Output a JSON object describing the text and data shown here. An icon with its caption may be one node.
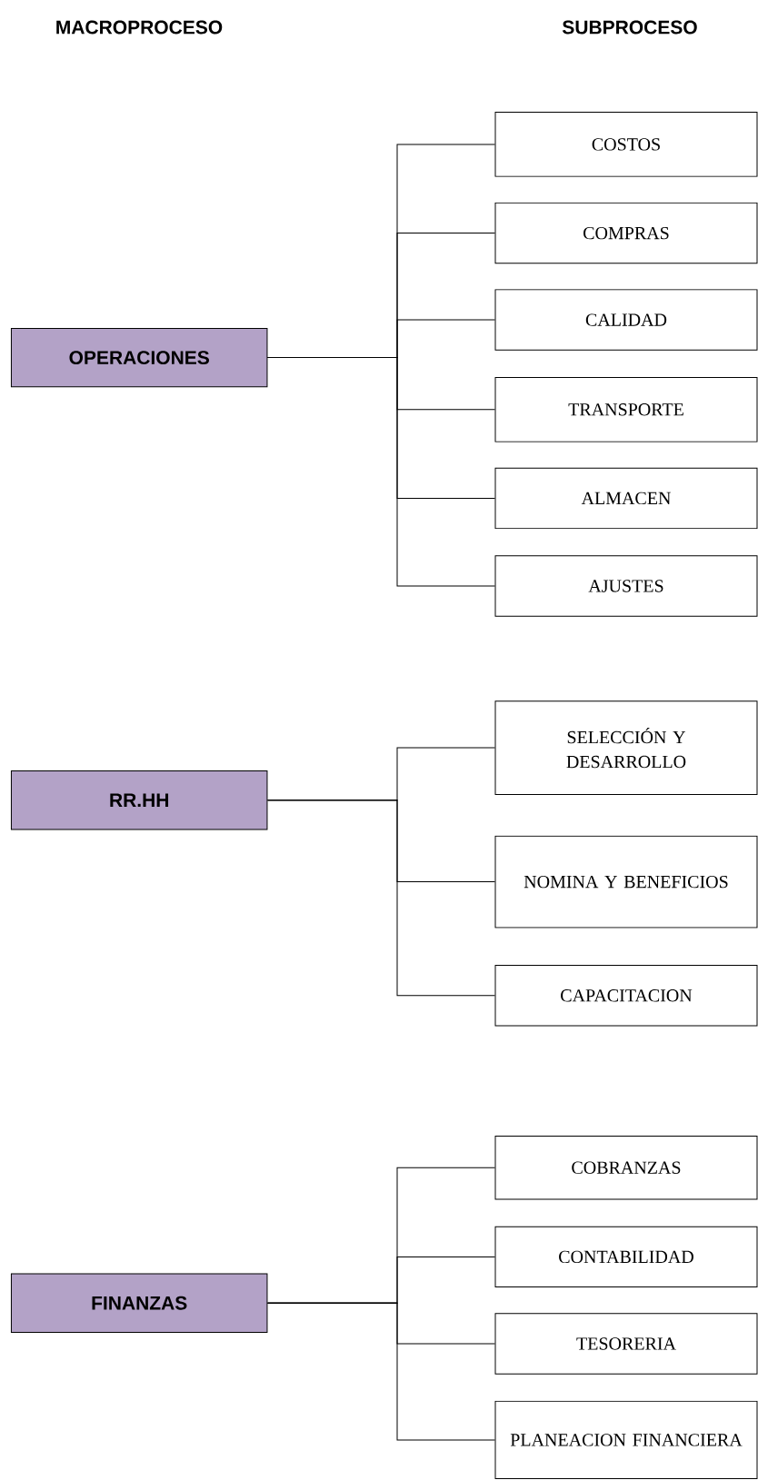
{
  "diagram": {
    "nodes": [
      {
        "text": [
          "OPERACIONES"
        ]
      },
      {
        "text": [
          "COSTOS"
        ]
      },
      {
        "text": [
          "COMPRAS"
        ]
      },
      {
        "text": [
          "CALIDAD"
        ]
      },
      {
        "text": [
          "TRANSPORTE"
        ]
      },
      {
        "text": [
          "ALMACEN"
        ]
      },
      {
        "text": [
          "AJUSTES"
        ]
      },
      {
        "text": [
          "RR.HH"
        ]
      },
      {
        "text": [
          "SELECCIÓN Y DESARROLLO"
        ]
      },
      {
        "text": [
          "NOMINA Y BENEFICIOS"
        ]
      },
      {
        "text": [
          "CAPACITACION"
        ]
      },
      {
        "text": [
          "FINANZAS"
        ]
      },
      {
        "text": [
          "COBRANZAS"
        ]
      },
      {
        "text": [
          "CONTABILIDAD"
        ]
      },
      {
        "text": [
          "TESORERIA"
        ]
      },
      {
        "text": [
          "PLANEACION FINANCIERA"
        ]
      }
    ],
    "edges": [
      {
        "from": 0,
        "to": 1,
        "arrow": "none"
      },
      {
        "from": 0,
        "to": 2,
        "arrow": "none"
      },
      {
        "from": 0,
        "to": 3,
        "arrow": "none"
      },
      {
        "from": 0,
        "to": 4,
        "arrow": "none"
      },
      {
        "from": 0,
        "to": 5,
        "arrow": "none"
      },
      {
        "from": 0,
        "to": 6,
        "arrow": "none"
      },
      {
        "from": 7,
        "to": 8,
        "arrow": "none"
      },
      {
        "from": 7,
        "to": 9,
        "arrow": "none"
      },
      {
        "from": 7,
        "to": 10,
        "arrow": "none"
      },
      {
        "from": 11,
        "to": 12,
        "arrow": "none"
      },
      {
        "from": 11,
        "to": 13,
        "arrow": "none"
      },
      {
        "from": 11,
        "to": 14,
        "arrow": "none"
      },
      {
        "from": 11,
        "to": 15,
        "arrow": "none"
      }
    ],
    "labels": [
      "MACROPROCESO",
      "SUBPROCESO"
    ]
  }
}
